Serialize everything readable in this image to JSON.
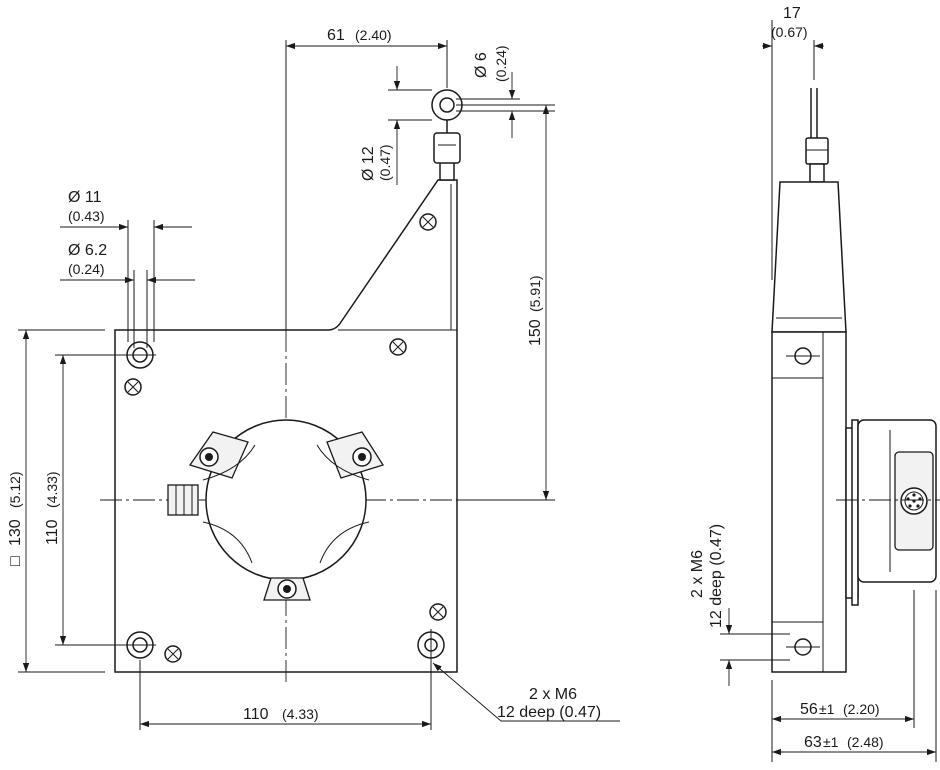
{
  "dims": {
    "width_61": "61",
    "width_61_in": "(2.40)",
    "dia6": "Ø 6",
    "dia6_in": "(0.24)",
    "dia12": "Ø 12",
    "dia12_in": "(0.47)",
    "dia11": "Ø 11",
    "dia11_in": "(0.43)",
    "dia62": "Ø 6.2",
    "dia62_in": "(0.24)",
    "h150": "150",
    "h150_in": "(5.91)",
    "sq130_sym": "□",
    "sq130": "130",
    "sq130_in": "(5.12)",
    "h110": "110",
    "h110_in": "(4.33)",
    "w110": "110",
    "w110_in": "(4.33)",
    "m6_front_l1": "2 x M6",
    "m6_front_l2": "12 deep (0.47)",
    "side_17": "17",
    "side_17_in": "(0.67)",
    "side_m6_l1": "2 x M6",
    "side_m6_l2": "12 deep (0.47)",
    "side_56": "56",
    "side_56_tol": "±1",
    "side_56_in": "(2.20)",
    "side_63": "63",
    "side_63_tol": "±1",
    "side_63_in": "(2.48)"
  }
}
